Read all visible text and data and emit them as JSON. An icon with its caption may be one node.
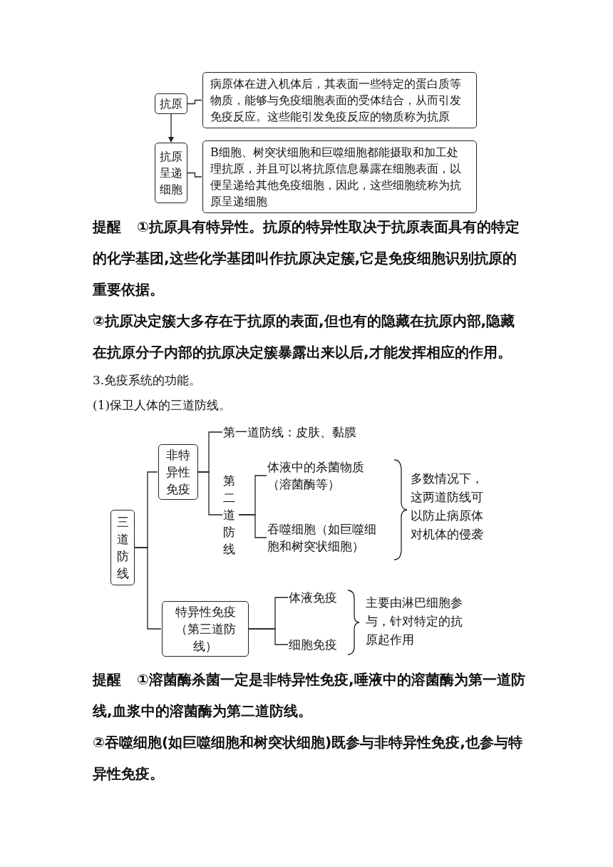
{
  "diagram": {
    "nodes": [
      {
        "text": [
          "抗原"
        ]
      },
      {
        "text": [
          "病原体在进入机体后，其表面一些特定的蛋白质等物质，能够与免疫细胞表面的受体结合，从而引发免疫反应。这些能引发免疫反应的物质称为抗原"
        ]
      },
      {
        "text": [
          "抗原呈递细胞"
        ]
      },
      {
        "text": [
          "B细胞、树突状细胞和巨噬细胞都能摄取和加工处理抗原，并且可以将抗原信息暴露在细胞表面，以便呈递给其他免疫细胞，因此，这些细胞统称为抗原呈递细胞"
        ]
      },
      {
        "text": [
          "三道防线"
        ]
      },
      {
        "text": [
          "非特异性免疫"
        ]
      },
      {
        "text": [
          "特异性免疫（第三道防线）"
        ]
      },
      {
        "text": [
          "第一道防线：皮肤、黏膜"
        ]
      },
      {
        "text": [
          "第二道防线"
        ]
      },
      {
        "text": [
          "体液中的杀菌物质（溶菌酶等）"
        ]
      },
      {
        "text": [
          "吞噬细胞（如巨噬细胞和树突状细胞）"
        ]
      },
      {
        "text": [
          "体液免疫"
        ]
      },
      {
        "text": [
          "细胞免疫"
        ]
      }
    ],
    "edges": [
      {
        "from": 0,
        "to": 1,
        "arrow": "none"
      },
      {
        "from": 0,
        "to": 2,
        "arrow": "to"
      },
      {
        "from": 2,
        "to": 3,
        "arrow": "none"
      },
      {
        "from": 4,
        "to": 5,
        "arrow": "none"
      },
      {
        "from": 4,
        "to": 6,
        "arrow": "none"
      },
      {
        "from": 5,
        "to": 7,
        "arrow": "none"
      },
      {
        "from": 5,
        "to": 8,
        "arrow": "none"
      },
      {
        "from": 8,
        "to": 9,
        "arrow": "none"
      },
      {
        "from": 8,
        "to": 10,
        "arrow": "none"
      },
      {
        "from": 6,
        "to": 11,
        "arrow": "none"
      },
      {
        "from": 6,
        "to": 12,
        "arrow": "none"
      }
    ],
    "labels": [
      "提醒",
      "①抗原具有特异性。抗原的特异性取决于抗原表面具有的特定的化学基团,这些化学基团叫作抗原决定簇,它是免疫细胞识别抗原的重要依据。",
      "②抗原决定簇大多存在于抗原的表面,但也有的隐藏在抗原内部,隐藏在抗原分子内部的抗原决定簇暴露出来以后,才能发挥相应的作用。",
      "3.免疫系统的功能。",
      "(1)保卫人体的三道防线。",
      "多数情况下，这两道防线可以防止病原体对机体的侵袭",
      "主要由淋巴细胞参与，针对特定的抗原起作用",
      "提醒",
      "①溶菌酶杀菌一定是非特异性免疫,唾液中的溶菌酶为第一道防线,血浆中的溶菌酶为第二道防线。",
      "②吞噬细胞(如巨噬细胞和树突状细胞)既参与非特异性免疫,也参与特异性免疫。"
    ]
  }
}
